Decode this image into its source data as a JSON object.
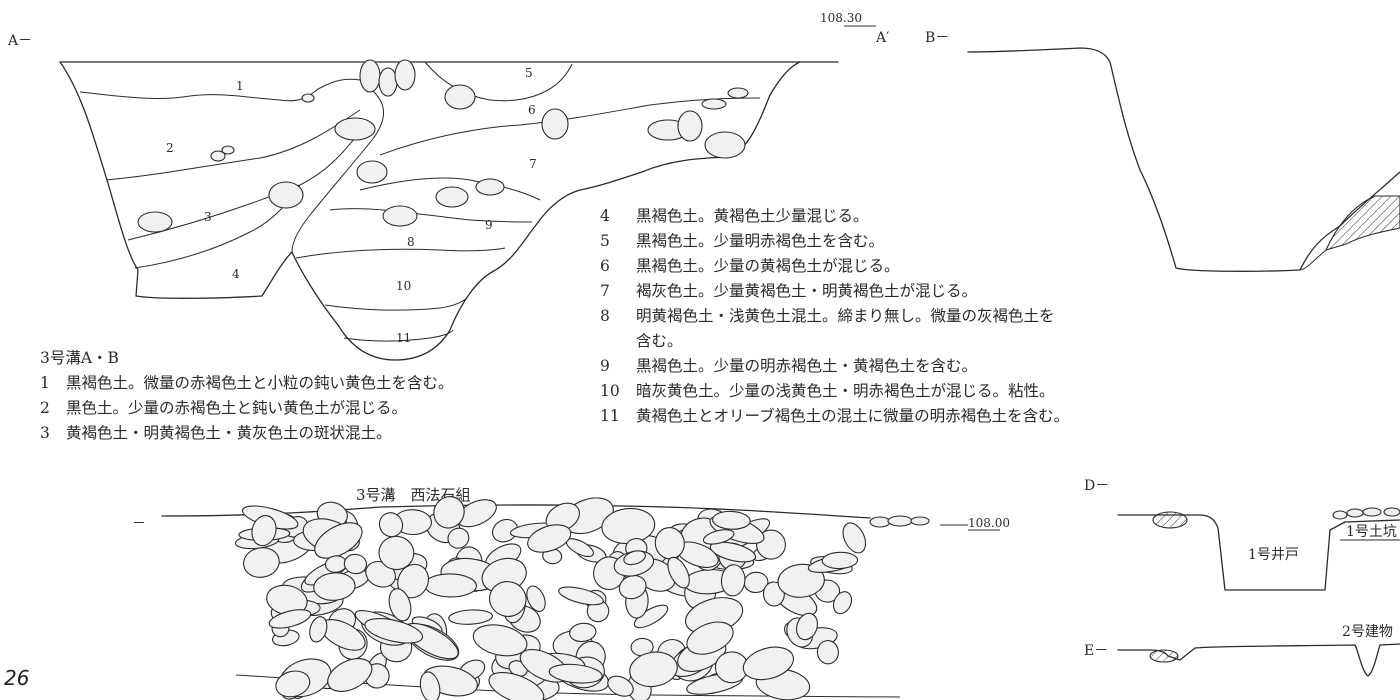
{
  "section_ab": {
    "marker_a": "A－",
    "marker_a_prime": "A′",
    "marker_b": "B－",
    "elevation": "108.30",
    "layer_numbers": [
      "1",
      "2",
      "3",
      "4",
      "5",
      "6",
      "7",
      "8",
      "9",
      "10",
      "11"
    ]
  },
  "legend": {
    "title": "3号溝A・B",
    "items": [
      {
        "num": "1",
        "text": "黒褐色土。微量の赤褐色土と小粒の鈍い黄色土を含む。"
      },
      {
        "num": "2",
        "text": "黒色土。少量の赤褐色土と鈍い黄色土が混じる。"
      },
      {
        "num": "3",
        "text": "黄褐色土・明黄褐色土・黄灰色土の斑状混土。"
      },
      {
        "num": "4",
        "text": "黒褐色土。黄褐色土少量混じる。"
      },
      {
        "num": "5",
        "text": "黒褐色土。少量明赤褐色土を含む。"
      },
      {
        "num": "6",
        "text": "黒褐色土。少量の黄褐色土が混じる。"
      },
      {
        "num": "7",
        "text": "褐灰色土。少量黄褐色土・明黄褐色土が混じる。"
      },
      {
        "num": "8",
        "text": "明黄褐色土・浅黄色土混土。締まり無し。微量の灰褐色土を",
        "cont": "含む。"
      },
      {
        "num": "9",
        "text": "黒褐色土。少量の明赤褐色土・黄褐色土を含む。"
      },
      {
        "num": "10",
        "text": "暗灰黄色土。少量の浅黄色土・明赤褐色土が混じる。粘性。"
      },
      {
        "num": "11",
        "text": "黄褐色土とオリーブ褐色土の混土に微量の明赤褐色土を含む。"
      }
    ]
  },
  "stone_section": {
    "title": "3号溝　西法石組",
    "marker_left": "－",
    "elevation": "108.00"
  },
  "section_de": {
    "marker_d": "D－",
    "marker_e": "E－",
    "well_label": "1号井戸",
    "pit_label": "1号土坑",
    "building_label": "2号建物"
  },
  "page_number": "26"
}
